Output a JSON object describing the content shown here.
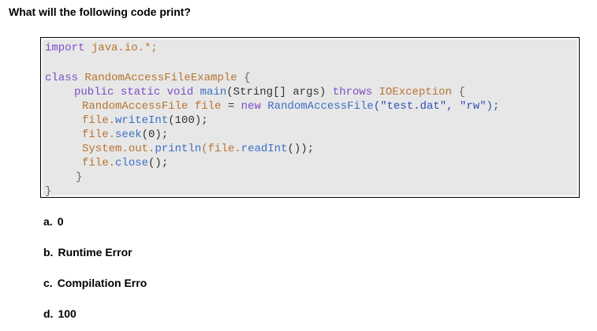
{
  "question": "What will the following code print?",
  "code": {
    "line1": {
      "t1": "import",
      "t2": " java.io.*;"
    },
    "line2": {
      "t1": "class",
      "t2": " RandomAccessFileExample",
      "t3": " {"
    },
    "line3": {
      "t1": "public",
      "t2": " static",
      "t3": " void",
      "t4": " main",
      "t5": "(String[] args)",
      "t6": " throws",
      "t7": " IOException",
      "t8": " {"
    },
    "line4": {
      "t1": "RandomAccessFile",
      "t2": " file",
      "t3": " =",
      "t4": " new",
      "t5": " RandomAccessFile",
      "t6": "(\"test.dat\", \"rw\");"
    },
    "line5": {
      "t1": "file.",
      "t2": "writeInt",
      "t3": "(100);"
    },
    "line6": {
      "t1": "file.",
      "t2": "seek",
      "t3": "(0);"
    },
    "line7": {
      "t1": "System",
      "t2": ".out.",
      "t3": "println",
      "t4": "(file.",
      "t5": "readInt",
      "t6": "());"
    },
    "line8": {
      "t1": "file.",
      "t2": "close",
      "t3": "();"
    },
    "line9": "}",
    "line10": "}"
  },
  "options": [
    {
      "label": "a.",
      "text": "0"
    },
    {
      "label": "b.",
      "text": "Runtime Error"
    },
    {
      "label": "c.",
      "text": "Compilation Erro"
    },
    {
      "label": "d.",
      "text": "100"
    }
  ],
  "colors": {
    "keyword": "#7b4ec7",
    "type": "#b8742f",
    "code_background": "#e7e7e7"
  }
}
